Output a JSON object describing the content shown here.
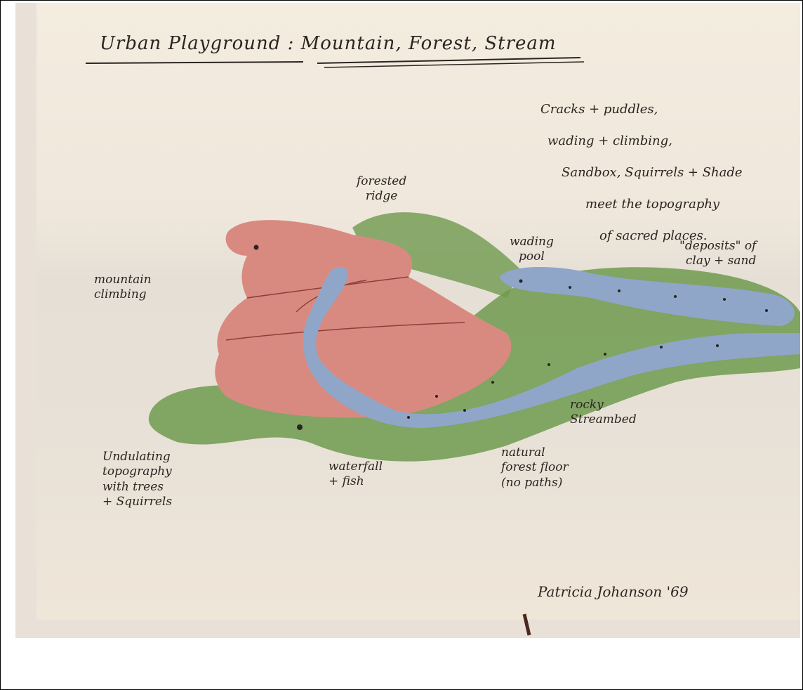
{
  "title": "Urban Playground : Mountain, Forest, Stream",
  "description_lines": [
    "Cracks + puddles,",
    "wading + climbing,",
    "Sandbox, Squirrels + Shade",
    "meet the topography",
    "of sacred places."
  ],
  "labels": {
    "forested_ridge": "forested\nridge",
    "wading_pool": "wading\npool",
    "deposits": "\"deposits\" of\nclay + sand",
    "mountain_climbing": "mountain\nclimbing",
    "rocky_streambed": "rocky\nStreambed",
    "undulating": "Undulating\ntopography\nwith trees\n+ Squirrels",
    "waterfall": "waterfall\n+ fish",
    "forest_floor": "natural\nforest floor\n(no paths)"
  },
  "signature": "Patricia Johanson '69",
  "colors": {
    "mountain": "#d98a80",
    "forest": "#6f9a4f",
    "stream": "#8fa6c9",
    "ink": "#2b2420",
    "paper": "#efe7db"
  }
}
